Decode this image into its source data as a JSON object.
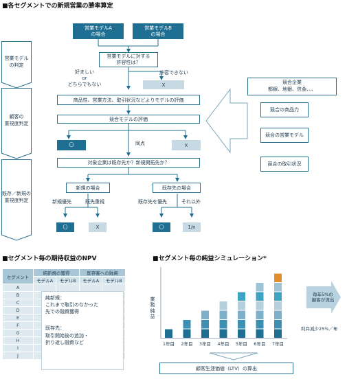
{
  "diagram": {
    "title": "■各セグメントでの新規営業の勝率算定",
    "stages": [
      "営業モデル\nの判定",
      "顧客の\n重視度判定",
      "既存／新規の\n重視度判定"
    ],
    "model_a": "営業モデルA\nの場合",
    "model_b": "営業モデルB\nの場合",
    "tolerance_q": "営業モデルに対する\n許容性は？",
    "preferable": "好ましい\nor\nどちらでもない",
    "not_tolerable": "許容できない",
    "cross": "X",
    "eval_models": "商品性、営業方法、取引状況などよりモデルの評価",
    "eval_competitor": "競合モデルの評価",
    "circle": "〇",
    "tie": "同点",
    "target_q": "対象企業は既存先か？新規開拓先か？",
    "new_case": "新規の場合",
    "existing_case": "既存先の場合",
    "new_priority": "新規優先",
    "existing_priority": "既先重視",
    "existing_first": "既存先を優先",
    "other": "それ以外",
    "one_over_n": "1/n",
    "competitors_title": "競合企業",
    "competitors": "都銀、地銀、信金、、、",
    "comp_product": "競合の商品力",
    "comp_sales_model": "競合の営業モデル",
    "comp_transactions": "競合の取引状況"
  },
  "npv": {
    "title": "■セグメント毎の期待収益のNPV",
    "segment_header": "セグメント",
    "group_headers": [
      "純新規の獲得",
      "既存客への融資"
    ],
    "sub_headers": [
      "モデルA",
      "モデルB",
      "モデルA",
      "モデルB"
    ],
    "rows": [
      "A",
      "B",
      "C",
      "D",
      "E",
      "F",
      "G",
      "H",
      "I",
      "J"
    ],
    "note_new": "純新規：\nこれまで取引のなかった\n先での融資獲得",
    "note_existing": "既存先：\n取引開始後の追加・\n折り返し融資など"
  },
  "simulation": {
    "title": "■セグメント毎の純益シミュレーション*",
    "ylabel": "業\n務\n純\n益",
    "outflow_label": "毎年5%の\n顧客が流出",
    "decline_label": "利弁減少25%／年",
    "ltv_label": "顧客生涯価値（LTV）の算出",
    "colors": [
      "#1e6f92",
      "#3f8fb2",
      "#7fb0c9",
      "#b6cfdc",
      "#3fa3c2",
      "#9dc3d4",
      "#e08f2c"
    ],
    "gray": "#c9c9c9"
  },
  "chart_data": {
    "type": "bar",
    "stacked": true,
    "categories": [
      "1年目",
      "2年目",
      "3年目",
      "4年目",
      "5年目",
      "6年目",
      "7年目"
    ],
    "series": [
      {
        "values": [
          1,
          1,
          1,
          1,
          1,
          1,
          1
        ]
      },
      {
        "values": [
          0,
          1,
          1,
          1,
          1,
          1,
          1
        ]
      },
      {
        "values": [
          0,
          0,
          1,
          1,
          1,
          1,
          1
        ]
      },
      {
        "values": [
          0,
          0,
          0,
          1,
          1,
          1,
          1
        ]
      },
      {
        "values": [
          0,
          0,
          0,
          0,
          1,
          1,
          1
        ]
      },
      {
        "values": [
          0,
          0,
          0,
          0,
          0,
          1,
          1
        ]
      },
      {
        "values": [
          0,
          0,
          0,
          0,
          0,
          0,
          1
        ]
      }
    ],
    "xlabel": "",
    "ylabel": "業務純益"
  }
}
